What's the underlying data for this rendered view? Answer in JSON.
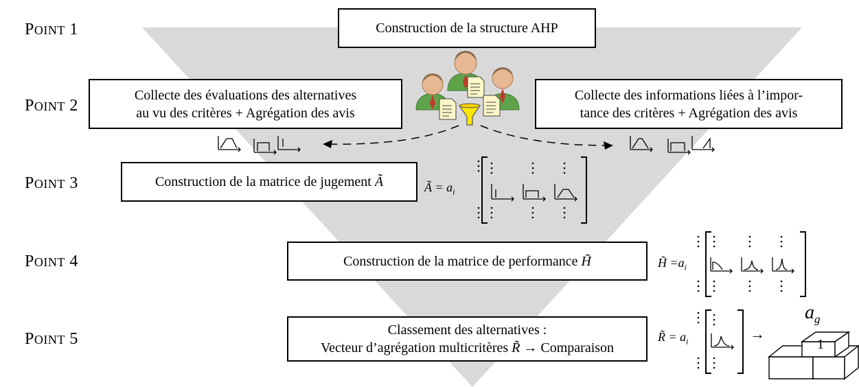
{
  "points": [
    {
      "word": "Point",
      "num": "1"
    },
    {
      "word": "Point",
      "num": "2"
    },
    {
      "word": "Point",
      "num": "3"
    },
    {
      "word": "Point",
      "num": "4"
    },
    {
      "word": "Point",
      "num": "5"
    }
  ],
  "boxes": {
    "b1": "Construction de la structure AHP",
    "b2l_line1": "Collecte des évaluations des alternatives",
    "b2l_line2": "au vu des critères + Agrégation des avis",
    "b2r_line1": "Collecte des informations liées à l’impor-",
    "b2r_line2": "tance des critères + Agrégation des avis",
    "b3": "Construction de la matrice de jugement",
    "b3_sym": "Ã",
    "b4": "Construction de la matrice de performance",
    "b4_sym": "H̃",
    "b5_line1": "Classement des alternatives :",
    "b5_line2a": "Vecteur d’agrégation multicritères",
    "b5_sym": "R̃",
    "b5_line2b": "→ Comparaison"
  },
  "matrices": {
    "a": {
      "lhs": "Ã = a",
      "sub": "i"
    },
    "h": {
      "lhs": "H̃ =a",
      "sub": "i"
    },
    "r": {
      "lhs": "R̃ = a",
      "sub": "i"
    }
  },
  "podium": {
    "arrow": "→",
    "label": "a",
    "label_sub": "g",
    "rank": "1"
  },
  "icons": [
    "experts-icon",
    "documents-icon",
    "funnel-icon"
  ],
  "colors": {
    "triangle": "#d9d9d9",
    "funnel": "#ffe600",
    "doc": "#fff6c8",
    "suit": "#5ea34a",
    "tie": "#c0392b",
    "skin": "#e7b893",
    "hair": "#8a6a4a"
  }
}
